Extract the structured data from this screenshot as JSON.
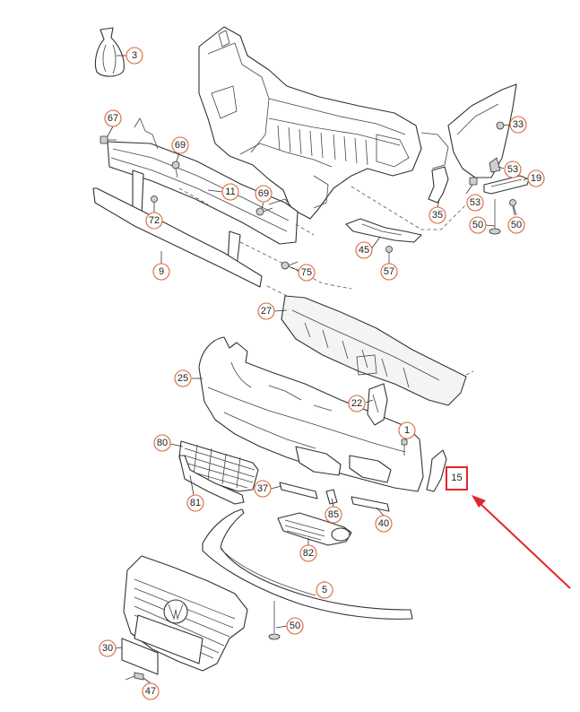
{
  "diagram": {
    "accent_color": "#d9663a",
    "highlight_color": "#e0262b",
    "highlighted_part": "15",
    "callouts": [
      {
        "id": "3",
        "label": "3"
      },
      {
        "id": "67",
        "label": "67"
      },
      {
        "id": "69a",
        "label": "69"
      },
      {
        "id": "11",
        "label": "11"
      },
      {
        "id": "69b",
        "label": "69"
      },
      {
        "id": "72",
        "label": "72"
      },
      {
        "id": "9",
        "label": "9"
      },
      {
        "id": "75",
        "label": "75"
      },
      {
        "id": "33",
        "label": "33"
      },
      {
        "id": "53a",
        "label": "53"
      },
      {
        "id": "19",
        "label": "19"
      },
      {
        "id": "53b",
        "label": "53"
      },
      {
        "id": "35",
        "label": "35"
      },
      {
        "id": "50a",
        "label": "50"
      },
      {
        "id": "50b",
        "label": "50"
      },
      {
        "id": "45",
        "label": "45"
      },
      {
        "id": "57",
        "label": "57"
      },
      {
        "id": "27",
        "label": "27"
      },
      {
        "id": "25",
        "label": "25"
      },
      {
        "id": "22",
        "label": "22"
      },
      {
        "id": "1",
        "label": "1"
      },
      {
        "id": "80",
        "label": "80"
      },
      {
        "id": "15",
        "label": "15"
      },
      {
        "id": "81",
        "label": "81"
      },
      {
        "id": "37",
        "label": "37"
      },
      {
        "id": "85",
        "label": "85"
      },
      {
        "id": "40",
        "label": "40"
      },
      {
        "id": "82",
        "label": "82"
      },
      {
        "id": "5",
        "label": "5"
      },
      {
        "id": "50c",
        "label": "50"
      },
      {
        "id": "30",
        "label": "30"
      },
      {
        "id": "47",
        "label": "47"
      }
    ]
  }
}
